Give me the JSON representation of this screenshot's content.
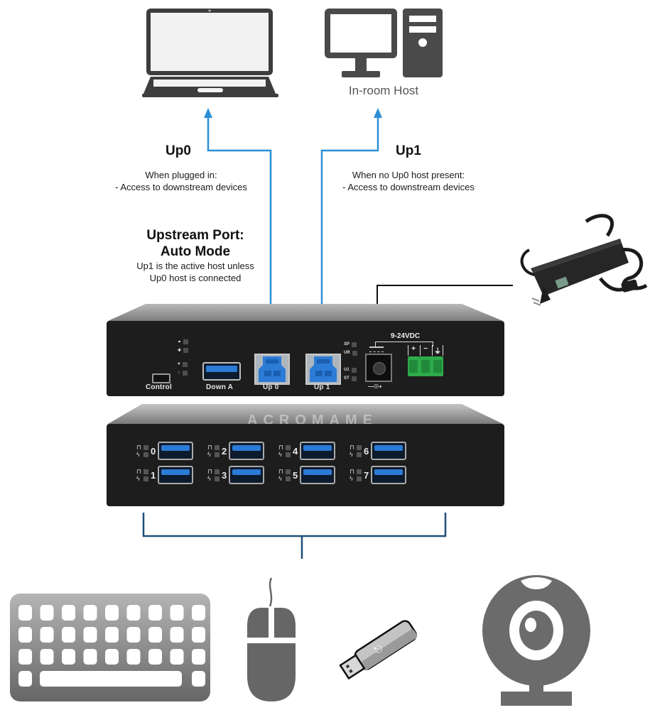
{
  "diagram": {
    "title_block": {
      "heading_line1": "Upstream Port:",
      "heading_line2": "Auto Mode",
      "desc_line1": "Up1 is the active host unless",
      "desc_line2": "Up0 host is connected"
    },
    "hosts": [
      {
        "id": "laptop",
        "icon": "laptop-icon",
        "label": "",
        "port_label": "Up0",
        "note_line1": "When plugged in:",
        "note_line2": "- Access to  downstream devices"
      },
      {
        "id": "in-room-host",
        "icon": "desktop-computer-icon",
        "label": "In-room Host",
        "port_label": "Up1",
        "note_line1": "When no Up0 host present:",
        "note_line2": "- Access to  downstream devices"
      }
    ],
    "power_supply": {
      "icon": "power-adapter-icon",
      "voltage_label": "9-24VDC",
      "terminal_labels": [
        "+",
        "−",
        "⏚"
      ]
    },
    "hub_front_panel": {
      "ports": [
        {
          "label": "Control",
          "type": "mini-usb"
        },
        {
          "label": "Down A",
          "type": "usb-a"
        },
        {
          "label": "Up 0",
          "type": "usb-b"
        },
        {
          "label": "Up 1",
          "type": "usb-b"
        }
      ],
      "leds_left": [
        "link",
        "plus",
        "heart",
        "power"
      ],
      "leds_right": [
        "SP",
        "UR",
        "U1",
        "ST"
      ]
    },
    "hub_rear_panel": {
      "brand_text": "ACROMAME",
      "ports": [
        "0",
        "1",
        "2",
        "3",
        "4",
        "5",
        "6",
        "7"
      ]
    },
    "downstream_devices": [
      {
        "icon": "keyboard-icon",
        "name": "Keyboard"
      },
      {
        "icon": "mouse-icon",
        "name": "Mouse"
      },
      {
        "icon": "usb-flash-drive-icon",
        "name": "USB Flash Drive"
      },
      {
        "icon": "webcam-icon",
        "name": "Webcam"
      }
    ],
    "colors": {
      "arrow_blue": "#2b8fd6",
      "bracket_navy": "#1f4e79",
      "icon_gray": "#4a4a4a",
      "device_black": "#1e1e1e",
      "usb_blue": "#2c7bd6",
      "terminal_green": "#2eaa4a"
    }
  }
}
